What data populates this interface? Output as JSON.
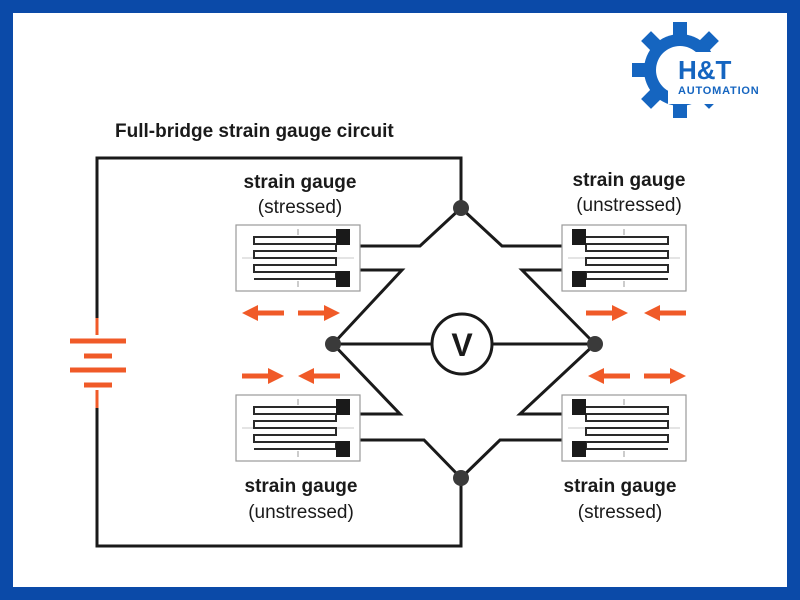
{
  "logo": {
    "brand": "H&T",
    "tagline": "AUTOMATION",
    "color": "#1565c0"
  },
  "diagram": {
    "title": "Full-bridge strain gauge circuit",
    "meter_symbol": "V",
    "gauges": {
      "top_left": {
        "line1": "strain gauge",
        "line2": "(stressed)"
      },
      "top_right": {
        "line1": "strain gauge",
        "line2": "(unstressed)"
      },
      "bottom_left": {
        "line1": "strain gauge",
        "line2": "(unstressed)"
      },
      "bottom_right": {
        "line1": "strain gauge",
        "line2": "(stressed)"
      }
    },
    "colors": {
      "wire": "#1a1a1a",
      "arrow": "#f05a28",
      "node": "#3a3a3a",
      "frame": "#0b4aa8"
    }
  }
}
